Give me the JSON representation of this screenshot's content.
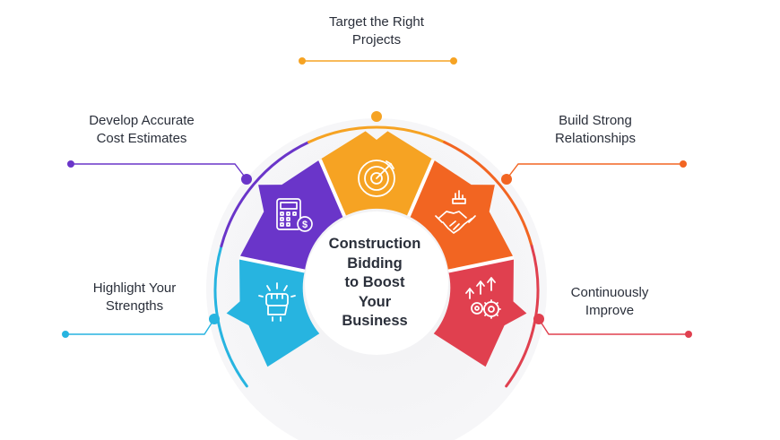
{
  "title_lines": [
    "Construction",
    "Bidding",
    "to Boost",
    "Your",
    "Business"
  ],
  "steps": [
    {
      "lines": [
        "Target the Right",
        "Projects"
      ],
      "color": "#f6a323",
      "icon": "target-icon"
    },
    {
      "lines": [
        "Build Strong",
        "Relationships"
      ],
      "color": "#f26522",
      "icon": "handshake-icon"
    },
    {
      "lines": [
        "Continuously",
        "Improve"
      ],
      "color": "#e0404f",
      "icon": "growth-gears-icon"
    },
    {
      "lines": [
        "Highlight Your",
        "Strengths"
      ],
      "color": "#27b4e0",
      "icon": "raised-fist-icon"
    },
    {
      "lines": [
        "Develop Accurate",
        "Cost Estimates"
      ],
      "color": "#6a35c9",
      "icon": "calculator-dollar-icon"
    }
  ]
}
